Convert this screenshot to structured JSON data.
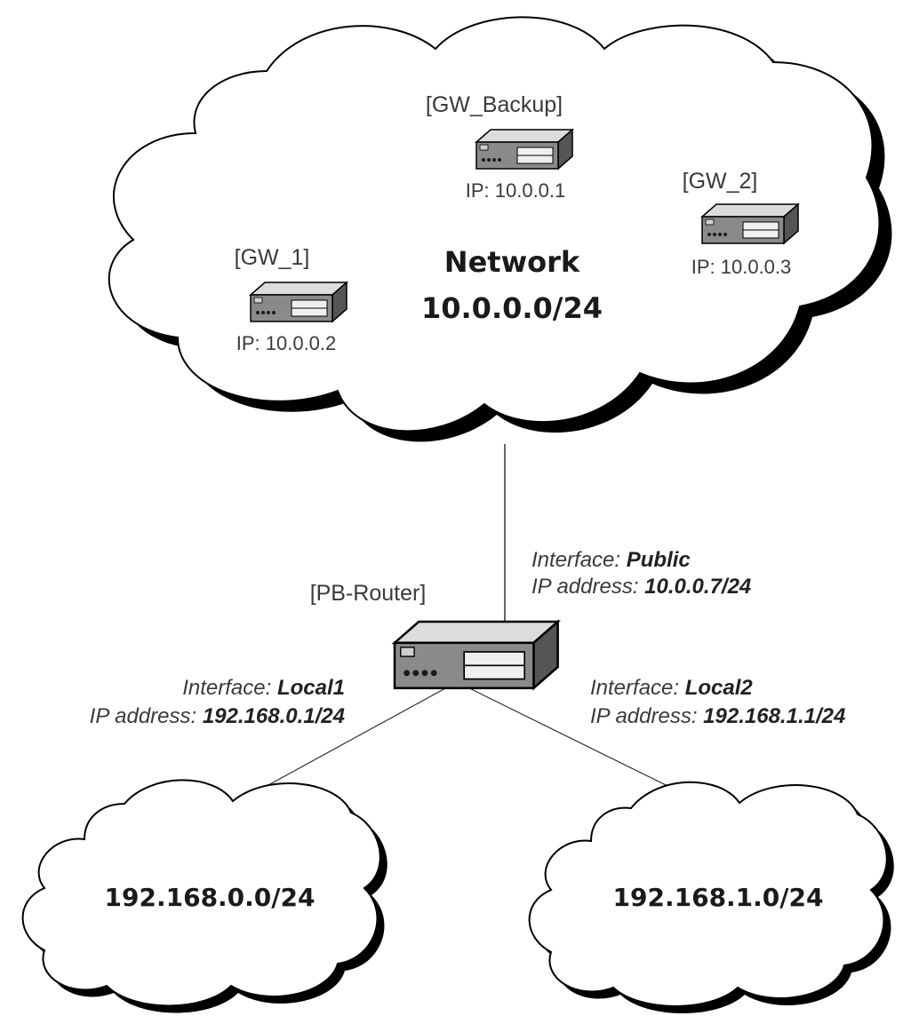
{
  "main_network": {
    "title": "Network",
    "subnet": "10.0.0.0/24"
  },
  "gateways": {
    "gw_backup": {
      "name": "[GW_Backup]",
      "ip": "IP: 10.0.0.1"
    },
    "gw_1": {
      "name": "[GW_1]",
      "ip": "IP: 10.0.0.2"
    },
    "gw_2": {
      "name": "[GW_2]",
      "ip": "IP: 10.0.0.3"
    }
  },
  "router": {
    "name": "[PB-Router]",
    "public": {
      "interface_prefix": "Interface: ",
      "interface": "Public",
      "ip_prefix": "IP address: ",
      "ip": "10.0.0.7/24"
    },
    "local1": {
      "interface_prefix": "Interface: ",
      "interface": "Local1",
      "ip_prefix": "IP address: ",
      "ip": "192.168.0.1/24"
    },
    "local2": {
      "interface_prefix": "Interface: ",
      "interface": "Local2",
      "ip_prefix": "IP address: ",
      "ip": "192.168.1.1/24"
    }
  },
  "lan_networks": {
    "lan1": "192.168.0.0/24",
    "lan2": "192.168.1.0/24"
  },
  "colors": {
    "outline": "#000000",
    "device_body": "#8a8a8a",
    "device_panel": "#e8e8e8",
    "text": "#3a3a3a"
  }
}
